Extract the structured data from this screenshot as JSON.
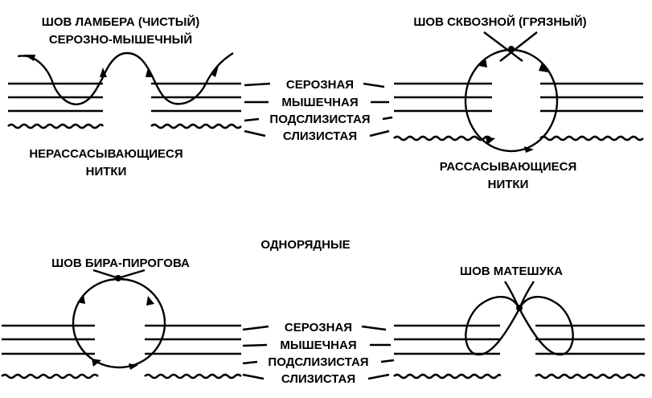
{
  "diagram": {
    "colors": {
      "ink": "#000000",
      "background": "#ffffff"
    },
    "top_left": {
      "title_line1": "ШОВ ЛАМБЕРА (ЧИСТЫЙ)",
      "title_line2": "СЕРОЗНО-МЫШЕЧНЫЙ",
      "thread_line1": "НЕРАССАСЫВАЮЩИЕСЯ",
      "thread_line2": "НИТКИ"
    },
    "top_right": {
      "title": "ШОВ СКВОЗНОЙ (ГРЯЗНЫЙ)",
      "thread_line1": "РАССАСЫВАЮЩИЕСЯ",
      "thread_line2": "НИТКИ"
    },
    "layers_top": [
      "СЕРОЗНАЯ",
      "МЫШЕЧНАЯ",
      "ПОДСЛИЗИСТАЯ",
      "СЛИЗИСТАЯ"
    ],
    "section_title": "ОДНОРЯДНЫЕ",
    "bottom_left": {
      "title": "ШОВ БИРА-ПИРОГОВА"
    },
    "bottom_right": {
      "title": "ШОВ МАТЕШУКА"
    },
    "layers_bottom": [
      "СЕРОЗНАЯ",
      "МЫШЕЧНАЯ",
      "ПОДСЛИЗИСТАЯ",
      "СЛИЗИСТАЯ"
    ]
  }
}
